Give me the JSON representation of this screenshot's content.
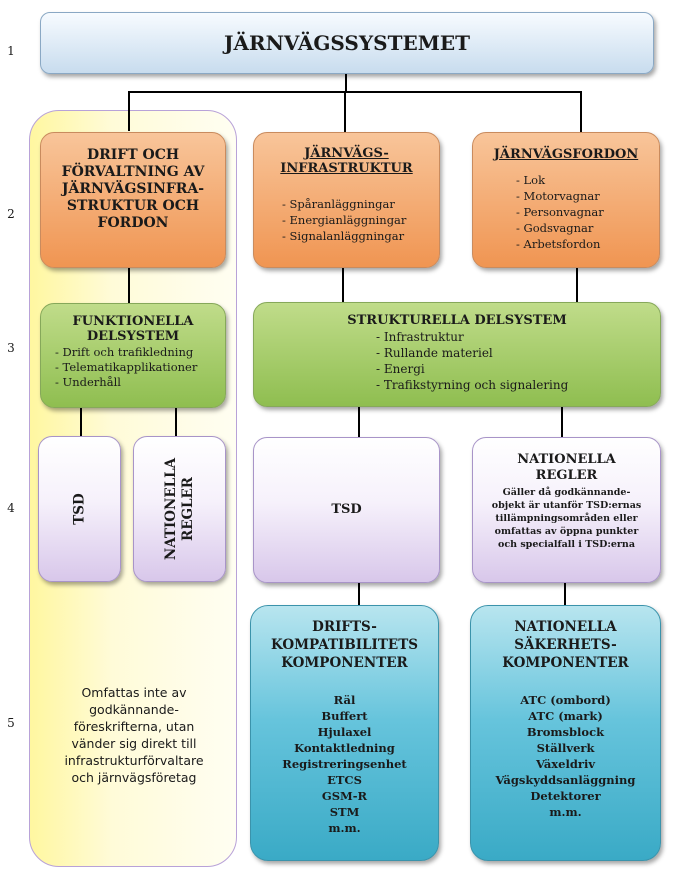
{
  "row_numbers": [
    "1",
    "2",
    "3",
    "4",
    "5"
  ],
  "title": "JÄRNVÄGSSYSTEMET",
  "drift": {
    "heading_lines": [
      "DRIFT OCH",
      "FÖRVALTNING AV",
      "JÄRNVÄGSINFRA-",
      "STRUKTUR OCH",
      "FORDON"
    ]
  },
  "infrastruktur": {
    "heading_lines": [
      "JÄRNVÄGS-",
      "INFRASTRUKTUR"
    ],
    "items": [
      "- Spåranläggningar",
      "- Energianläggningar",
      "- Signalanläggningar"
    ]
  },
  "fordon": {
    "heading": "JÄRNVÄGSFORDON",
    "items": [
      "- Lok",
      "- Motorvagnar",
      "- Personvagnar",
      "- Godsvagnar",
      "- Arbetsfordon"
    ]
  },
  "funktionella": {
    "heading_lines": [
      "FUNKTIONELLA",
      "DELSYSTEM"
    ],
    "items": [
      "- Drift och trafikledning",
      "- Telematikapplikationer",
      "- Underhåll"
    ]
  },
  "strukturella": {
    "heading": "STRUKTURELLA DELSYSTEM",
    "items": [
      "- Infrastruktur",
      "- Rullande materiel",
      "- Energi",
      "- Trafikstyrning och signalering"
    ]
  },
  "tsd_left": "TSD",
  "nationella_left_lines": [
    "NATIONELLA",
    "REGLER"
  ],
  "tsd_right": "TSD",
  "nationella_right": {
    "heading_lines": [
      "NATIONELLA",
      "REGLER"
    ],
    "text_lines": [
      "Gäller då godkännande-",
      "objekt är utanför TSD:ernas",
      "tillämpningsområden eller",
      "omfattas av öppna punkter",
      "och specialfall i TSD:erna"
    ]
  },
  "omfattas_lines": [
    "Omfattas inte av",
    "godkännande-",
    "föreskrifterna, utan",
    "vänder sig direkt till",
    "infrastrukturförvaltare",
    "och järnvägsföretag"
  ],
  "drifts": {
    "heading_lines": [
      "DRIFTS-",
      "KOMPATIBILITETS",
      "KOMPONENTER"
    ],
    "items": [
      "Räl",
      "Buffert",
      "Hjulaxel",
      "Kontaktledning",
      "Registreringsenhet",
      "ETCS",
      "GSM-R",
      "STM",
      "m.m."
    ]
  },
  "sakerhet": {
    "heading_lines": [
      "NATIONELLA",
      "SÄKERHETS-",
      "KOMPONENTER"
    ],
    "items": [
      "ATC (ombord)",
      "ATC (mark)",
      "Bromsblock",
      "Ställverk",
      "Växeldriv",
      "Vägskyddsanläggning",
      "Detektorer",
      "m.m."
    ]
  }
}
